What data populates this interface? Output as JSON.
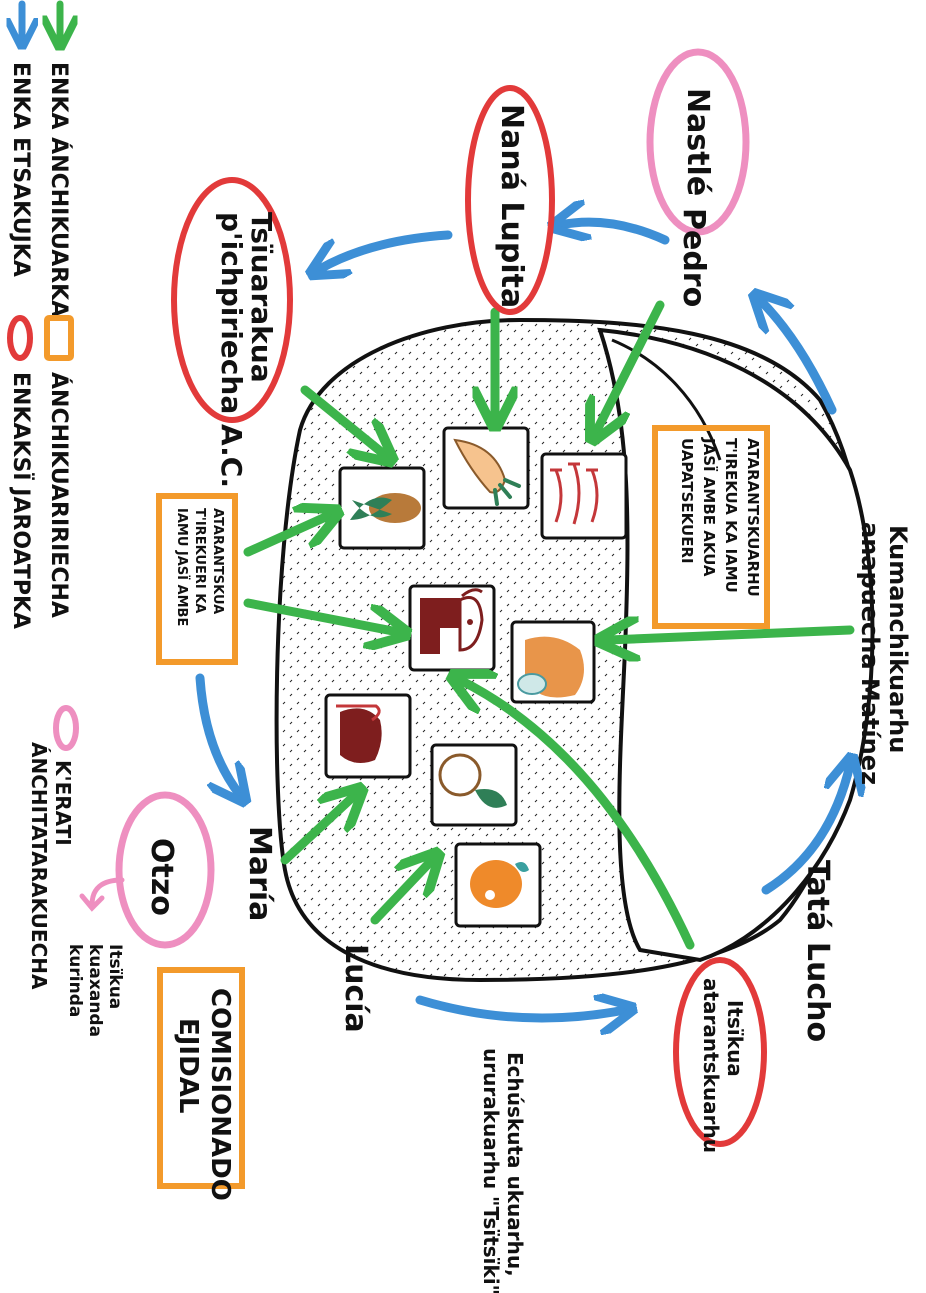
{
  "legend": {
    "arrow_green_label": "ENKA ÁNCHIKUARKA",
    "arrow_blue_label": "ENKA ETSAKUJKA",
    "box_orange_label": "ÁNCHIKUARIRIECHA",
    "oval_red_label": "ENKAKSÏ JAROATPKA",
    "oval_pink_label": "K'ERATI ÁNCHITATARAKUECHA",
    "colors": {
      "green": "#3cb44b",
      "blue": "#3d8fd6",
      "orange": "#f39a2b",
      "red": "#e23a3a",
      "pink": "#ee8fc0"
    }
  },
  "nodes": {
    "nastle": "Nastlé",
    "pedro": "Pedro",
    "nana_lupita": "Naná Lupita",
    "tsiuarakua_line1": "Tsïuarakua",
    "tsiuarakua_line2": "p'ichpiriecha A.C.",
    "kumanchikuarhu_line1": "Kumanchikuarhu",
    "kumanchikuarhu_line2": "anapuecha Matínez",
    "atarantskuarhu_box_line1": "ATARANTSKUARHU",
    "atarantskuarhu_box_line2": "T'IREKUA KA IAMU",
    "atarantskuarhu_box_line3": "JASÏ AMBE AKUA",
    "atarantskuarhu_box_line4": "UAPATSEKUERI",
    "atarantskua_box_line1": "ATARANTSKUA",
    "atarantskua_box_line2": "T'IREKUERI KA",
    "atarantskua_box_line3": "IAMU JASÏ AMBE",
    "tata_lucho": "Tatá Lucho",
    "maria": "María",
    "lucia": "Lucía",
    "otzo": "Otzo",
    "otzo_note_line1": "Itsïkua",
    "otzo_note_line2": "kuaxanda",
    "otzo_note_line3": "kurinda",
    "itsikua_line1": "Itsïkua",
    "itsikua_line2": "atarantskuarhu",
    "comisionado_line1": "COMISIONADO",
    "comisionado_line2": "EJIDAL",
    "echiskuta_line1": "Echúskuta ukuarhu,",
    "echiskuta_line2": "ururakuarhu \"Tsïtsïki\""
  },
  "food_icons": [
    "corn-icon",
    "carrot-icon",
    "fish-icon",
    "cow-icon",
    "bread-icon",
    "meat-icon",
    "potato-icon",
    "orange-icon"
  ]
}
